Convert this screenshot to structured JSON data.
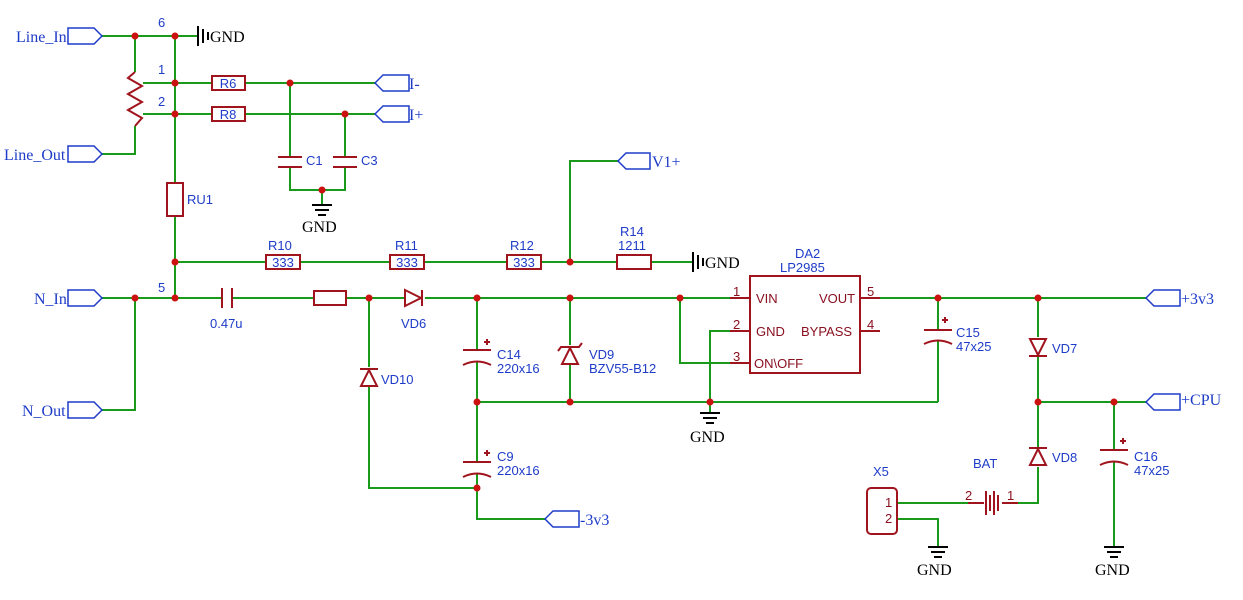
{
  "ports": {
    "line_in": "Line_In",
    "line_out": "Line_Out",
    "n_in": "N_In",
    "n_out": "N_Out",
    "i_minus": "I-",
    "i_plus": "I+",
    "v1_plus": "V1+",
    "plus_3v3": "+3v3",
    "plus_cpu": "+CPU",
    "minus_3v3": "-3v3"
  },
  "gnd": "GND",
  "pin_numbers": {
    "n6": "6",
    "n1": "1",
    "n2": "2",
    "n5": "5"
  },
  "components": {
    "r6": "R6",
    "r8": "R8",
    "c1": "C1",
    "c3": "C3",
    "ru1": "RU1",
    "r10": {
      "ref": "R10",
      "value": "333"
    },
    "r11": {
      "ref": "R11",
      "value": "333"
    },
    "r12": {
      "ref": "R12",
      "value": "333"
    },
    "r14": {
      "ref": "R14",
      "value": "1211"
    },
    "cap_series": {
      "value": "0.47u"
    },
    "vd6": "VD6",
    "vd10": "VD10",
    "c14": {
      "ref": "C14",
      "value": "220x16"
    },
    "c9": {
      "ref": "C9",
      "value": "220x16"
    },
    "vd9": {
      "ref": "VD9",
      "value": "BZV55-B12"
    },
    "da2": {
      "ref": "DA2",
      "value": "LP2985",
      "pins": [
        {
          "num": "1",
          "name": "VIN"
        },
        {
          "num": "2",
          "name": "GND"
        },
        {
          "num": "3",
          "name": "ON\\OFF"
        },
        {
          "num": "5",
          "name": "VOUT"
        },
        {
          "num": "4",
          "name": "BYPASS"
        }
      ]
    },
    "c15": {
      "ref": "C15",
      "value": "47x25"
    },
    "vd7": "VD7",
    "vd8": "VD8",
    "c16": {
      "ref": "C16",
      "value": "47x25"
    },
    "x5": {
      "ref": "X5",
      "pins": [
        "1",
        "2"
      ]
    },
    "bat": {
      "ref": "BAT",
      "pins": [
        "2",
        "1"
      ]
    }
  },
  "colors": {
    "wire": "#1a9a1a",
    "component": "#a0141e",
    "label": "#1e3cc8",
    "junction": "#cc1111",
    "ground": "#000000"
  }
}
